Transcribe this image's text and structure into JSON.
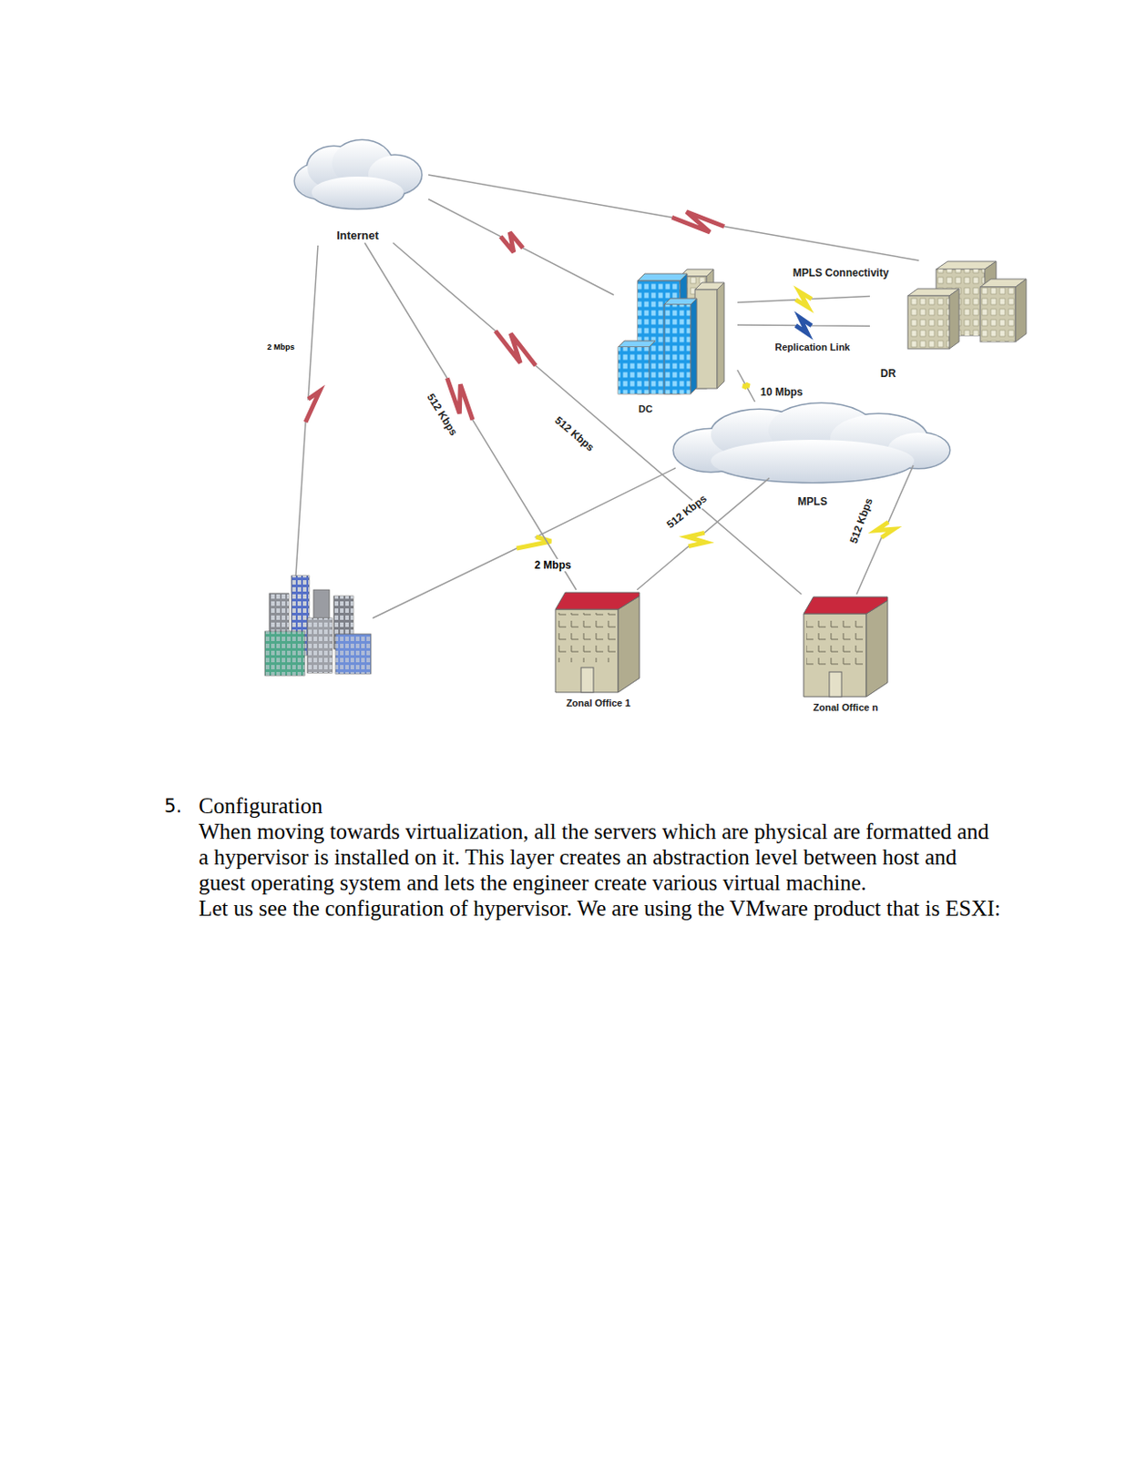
{
  "diagram": {
    "nodes": [
      {
        "text": [
          "Internet"
        ]
      },
      {
        "text": [
          "DC"
        ]
      },
      {
        "text": [
          "DR"
        ]
      },
      {
        "text": [
          "MPLS"
        ]
      },
      {
        "text": [
          "Zonal Office 1"
        ]
      },
      {
        "text": [
          "Zonal Office n"
        ]
      }
    ],
    "edges": [
      {
        "from": 0,
        "to": 2,
        "arrow": "none"
      },
      {
        "from": 0,
        "to": 1,
        "arrow": "none"
      },
      {
        "from": 0,
        "to": 4,
        "label": "512 Kbps",
        "arrow": "none"
      },
      {
        "from": 0,
        "to": 5,
        "label": "512 Kbps",
        "arrow": "none"
      },
      {
        "from": 1,
        "to": 2,
        "label": "MPLS Connectivity",
        "arrow": "none"
      },
      {
        "from": 1,
        "to": 2,
        "label": "Replication Link",
        "arrow": "none"
      },
      {
        "from": 1,
        "to": 3,
        "label": "10 Mbps",
        "arrow": "none"
      },
      {
        "from": 3,
        "to": 4,
        "label": "512 Kbps",
        "arrow": "none"
      },
      {
        "from": 3,
        "to": 5,
        "label": "512 Kbps",
        "arrow": "none"
      }
    ],
    "labels": [
      "2 Mbps",
      "2 Mbps",
      "5.",
      "Configuration",
      "When moving towards virtualization, all the servers which are physical are formatted and a hypervisor is installed on it. This layer creates an abstraction level between host and guest operating system and lets the engineer create various virtual machine.",
      "Let us see the configuration of hypervisor. We are using the VMware product that is ESXI:"
    ]
  }
}
